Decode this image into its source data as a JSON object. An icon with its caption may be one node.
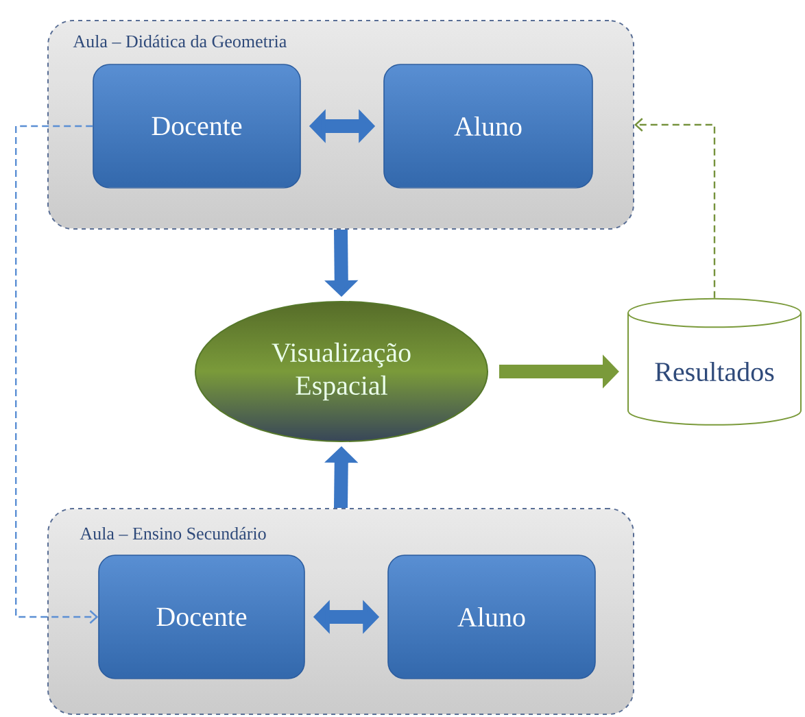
{
  "diagram": {
    "nodes": [
      {
        "text": [
          "Aula – Didática da Geometria"
        ]
      },
      {
        "text": [
          "Docente"
        ],
        "in": 0
      },
      {
        "text": [
          "Aluno"
        ],
        "in": 0
      },
      {
        "text": [
          "Visualização Espacial"
        ]
      },
      {
        "text": [
          "Resultados"
        ]
      },
      {
        "text": [
          "Aula – Ensino Secundário"
        ]
      },
      {
        "text": [
          "Docente"
        ],
        "in": 5
      },
      {
        "text": [
          "Aluno"
        ],
        "in": 5
      }
    ],
    "edges": [
      {
        "from": 1,
        "to": 2,
        "arrow": "both"
      },
      {
        "from": 0,
        "to": 3,
        "arrow": "to"
      },
      {
        "from": 5,
        "to": 3,
        "arrow": "to"
      },
      {
        "from": 3,
        "to": 4,
        "arrow": "to",
        "color": "#7a9a3a"
      },
      {
        "from": 6,
        "to": 7,
        "arrow": "both"
      },
      {
        "from": 4,
        "to": 0,
        "arrow": "to",
        "style": "dashed",
        "color": "#76923c"
      },
      {
        "from": 1,
        "to": 6,
        "arrow": "to",
        "style": "dashed",
        "color": "#5b8fd4"
      }
    ]
  }
}
